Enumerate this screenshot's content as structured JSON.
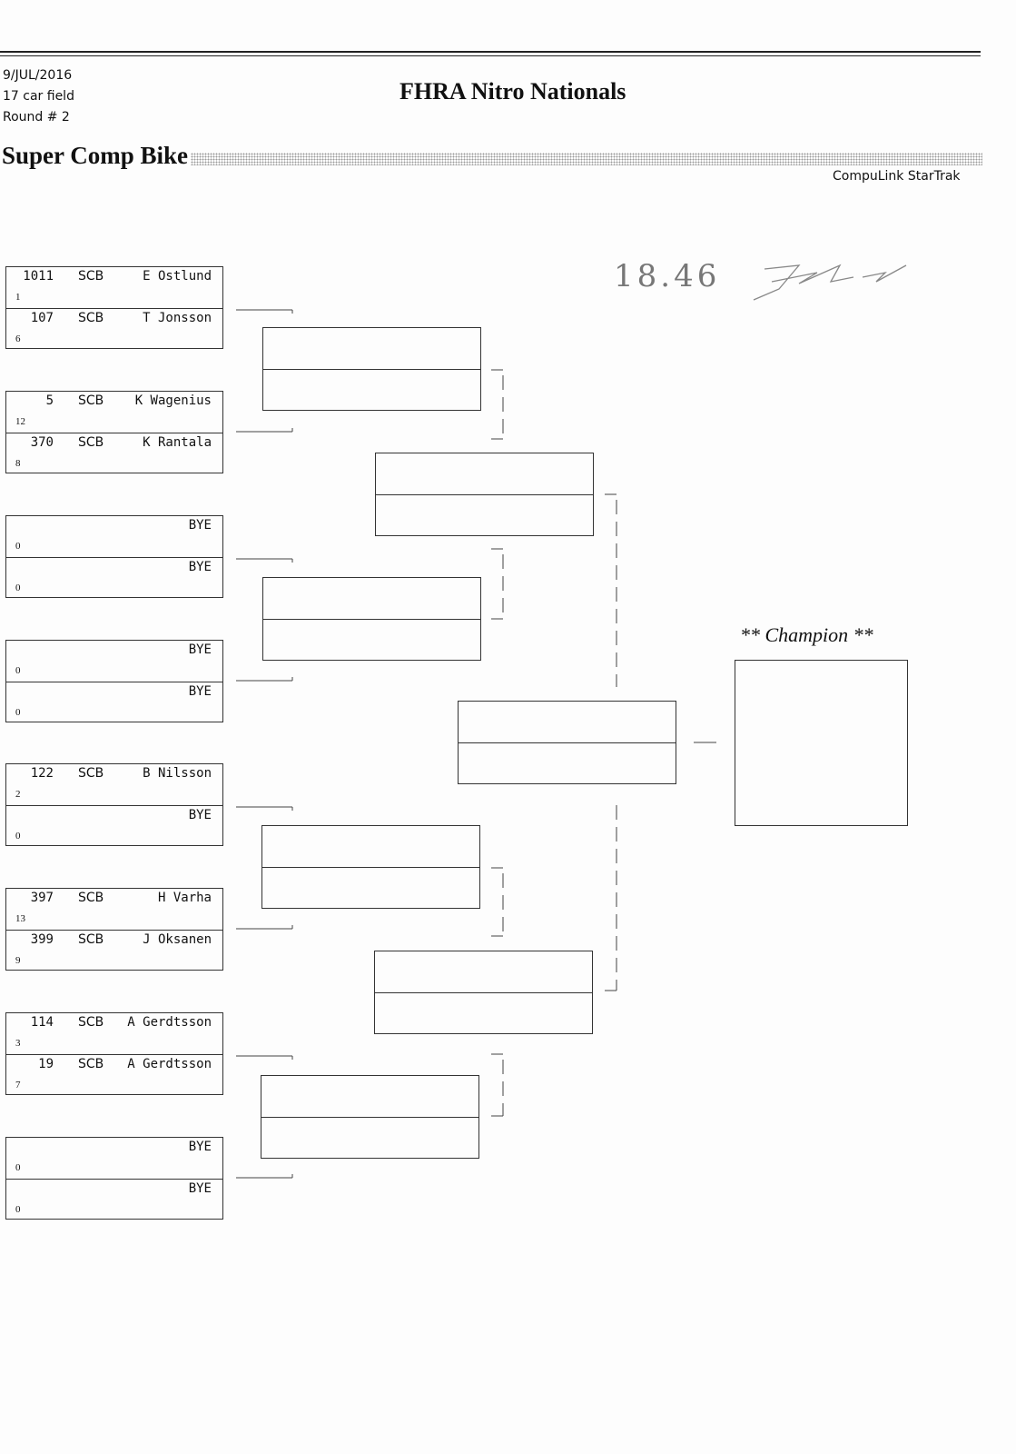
{
  "header": {
    "date": "9/JUL/2016",
    "field": "17 car field",
    "round": "Round # 2",
    "title": "FHRA Nitro Nationals",
    "class_name": "Super Comp Bike",
    "brand": "CompuLink StarTrak"
  },
  "entries": [
    [
      {
        "num": "1011",
        "cls": "SCB",
        "name": "E Ostlund",
        "seed": "1"
      },
      {
        "num": "107",
        "cls": "SCB",
        "name": "T Jonsson",
        "seed": "6"
      }
    ],
    [
      {
        "num": "5",
        "cls": "SCB",
        "name": "K Wagenius",
        "seed": "12"
      },
      {
        "num": "370",
        "cls": "SCB",
        "name": "K Rantala",
        "seed": "8"
      }
    ],
    [
      {
        "num": "",
        "cls": "",
        "name": "BYE",
        "seed": "0"
      },
      {
        "num": "",
        "cls": "",
        "name": "BYE",
        "seed": "0"
      }
    ],
    [
      {
        "num": "",
        "cls": "",
        "name": "BYE",
        "seed": "0"
      },
      {
        "num": "",
        "cls": "",
        "name": "BYE",
        "seed": "0"
      }
    ],
    [
      {
        "num": "122",
        "cls": "SCB",
        "name": "B Nilsson",
        "seed": "2"
      },
      {
        "num": "",
        "cls": "",
        "name": "BYE",
        "seed": "0"
      }
    ],
    [
      {
        "num": "397",
        "cls": "SCB",
        "name": "H Varha",
        "seed": "13"
      },
      {
        "num": "399",
        "cls": "SCB",
        "name": "J Oksanen",
        "seed": "9"
      }
    ],
    [
      {
        "num": "114",
        "cls": "SCB",
        "name": "A Gerdtsson",
        "seed": "3"
      },
      {
        "num": "19",
        "cls": "SCB",
        "name": "A Gerdtsson",
        "seed": "7"
      }
    ],
    [
      {
        "num": "",
        "cls": "",
        "name": "BYE",
        "seed": "0"
      },
      {
        "num": "",
        "cls": "",
        "name": "BYE",
        "seed": "0"
      }
    ]
  ],
  "champion_label": "** Champion **",
  "handwritten_note": "18.46"
}
